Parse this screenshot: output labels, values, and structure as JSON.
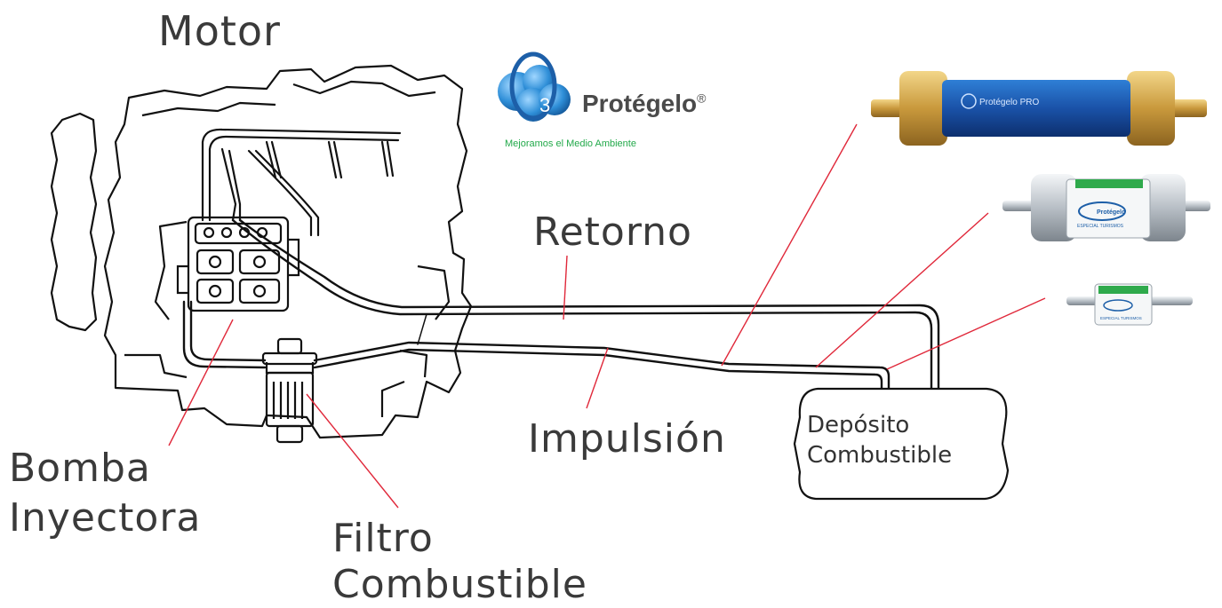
{
  "labels": {
    "motor": "Motor",
    "retorno": "Retorno",
    "impulsion": "Impulsión",
    "bomba_line1": "Bomba",
    "bomba_line2": "Inyectora",
    "filtro_line1": "Filtro",
    "filtro_line2": "Combustible",
    "deposito_line1": "Depósito",
    "deposito_line2": "Combustible"
  },
  "brand": {
    "name": "Protégelo",
    "registered": "®",
    "subscript": "3",
    "tagline": "Mejoramos el Medio Ambiente",
    "colors": {
      "blue": "#1d5fa8",
      "light_blue": "#4aa3df",
      "green": "#22a94a",
      "gray": "#4a4a4a"
    }
  },
  "products": {
    "pro_label": "Protégelo PRO",
    "medium_label": "Protégelo",
    "medium_sub": "ESPECIAL TURISMOS",
    "small_sub": "ESPECIAL TURISMOS"
  },
  "colors": {
    "line": "#111111",
    "pointer": "#e0283a",
    "text": "#3a3a3a"
  }
}
